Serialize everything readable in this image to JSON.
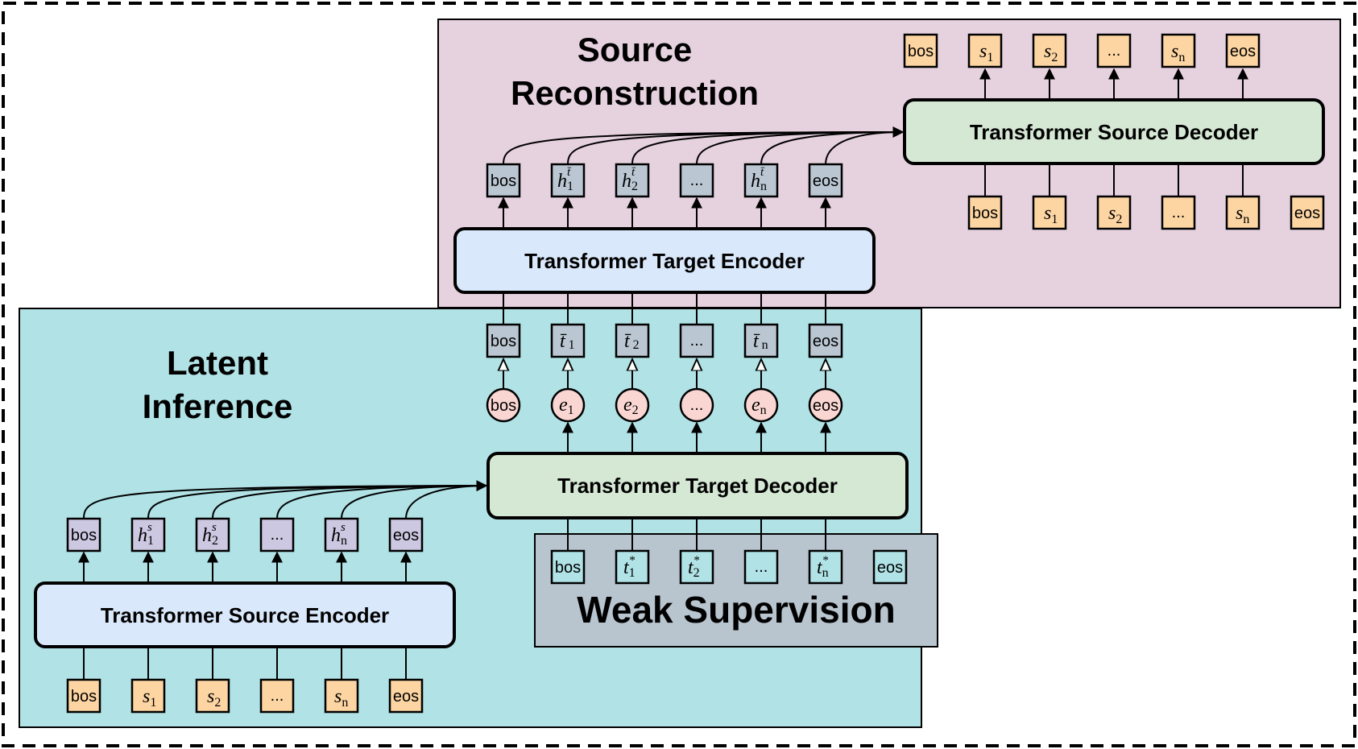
{
  "regions": {
    "source_reconstruction": {
      "title_line1": "Source",
      "title_line2": "Reconstruction"
    },
    "latent_inference": {
      "title_line1": "Latent",
      "title_line2": "Inference"
    },
    "weak_supervision": {
      "title": "Weak Supervision"
    }
  },
  "blocks": {
    "source_decoder": "Transformer Source Decoder",
    "target_encoder": "Transformer Target Encoder",
    "target_decoder": "Transformer Target Decoder",
    "source_encoder": "Transformer Source Encoder"
  },
  "tokens": {
    "bos": "bos",
    "eos": "eos",
    "ellipsis": "...",
    "s": "s",
    "h": "h",
    "t": "t",
    "e": "e",
    "idx1": "1",
    "idx2": "2",
    "idxn": "n",
    "sup_s": "s",
    "sup_tbar": "t̄",
    "sup_star": "*",
    "t_bar": "t̄"
  },
  "colors": {
    "source_reconstruction_bg": "#e6d1df",
    "latent_inference_bg": "#b0e2e6",
    "weak_supervision_bg": "#b8c5cf",
    "encoder_fill": "#dae8fb",
    "decoder_fill": "#d5e8d4",
    "orange_token": "#fdd5a2",
    "purple_token": "#cdc8e2",
    "gray_token": "#bac6d2",
    "teal_token": "#b0e2e6",
    "pink_circle": "#f9d6d2"
  }
}
